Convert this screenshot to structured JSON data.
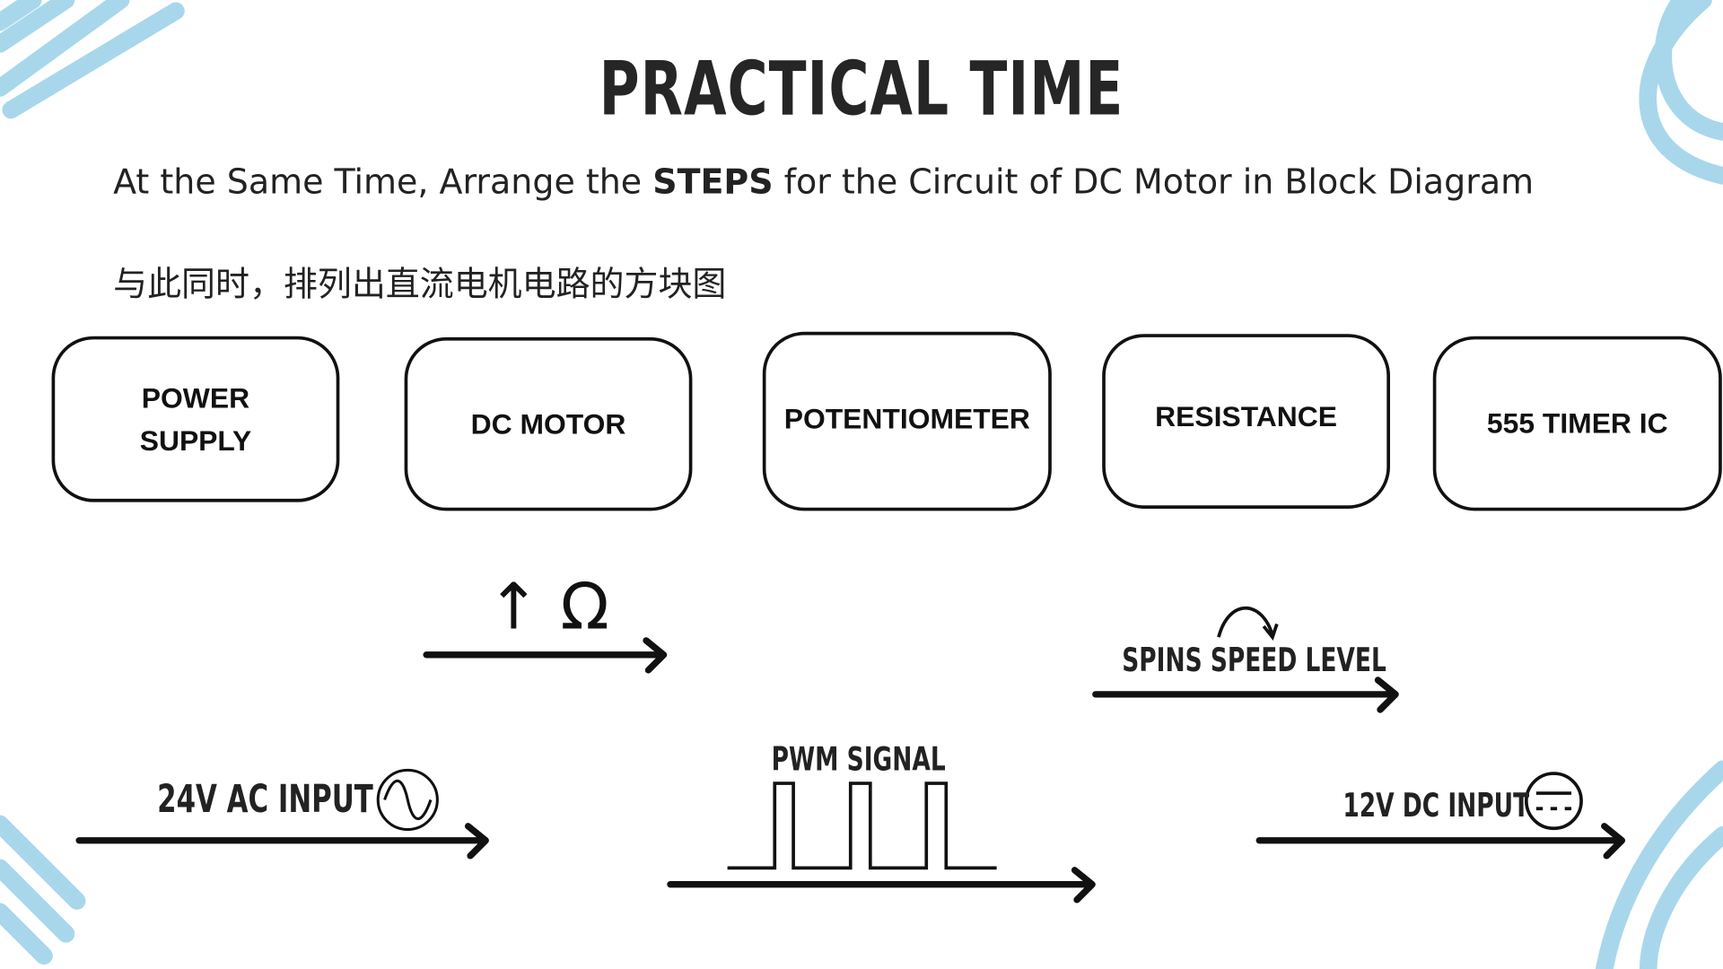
{
  "title": "PRACTICAL TIME",
  "instruction": {
    "part1": "At the Same Time, Arrange the ",
    "bold": "STEPS",
    "part2": " for the Circuit of DC Motor in Block Diagram",
    "chinese": "与此同时，排列出直流电机电路的方块图"
  },
  "blocks": [
    "POWER SUPPLY",
    "DC MOTOR",
    "POTENTIOMETER",
    "RESISTANCE",
    "555 TIMER IC"
  ],
  "arrows": {
    "resistance_symbol": "↑ Ω",
    "spins": "SPINS SPEED LEVEL",
    "ac_input": "24V AC INPUT",
    "pwm": "PWM SIGNAL",
    "dc_input": "12V DC INPUT"
  },
  "colors": {
    "accent": "#9fd3ea",
    "ink": "#111111"
  }
}
